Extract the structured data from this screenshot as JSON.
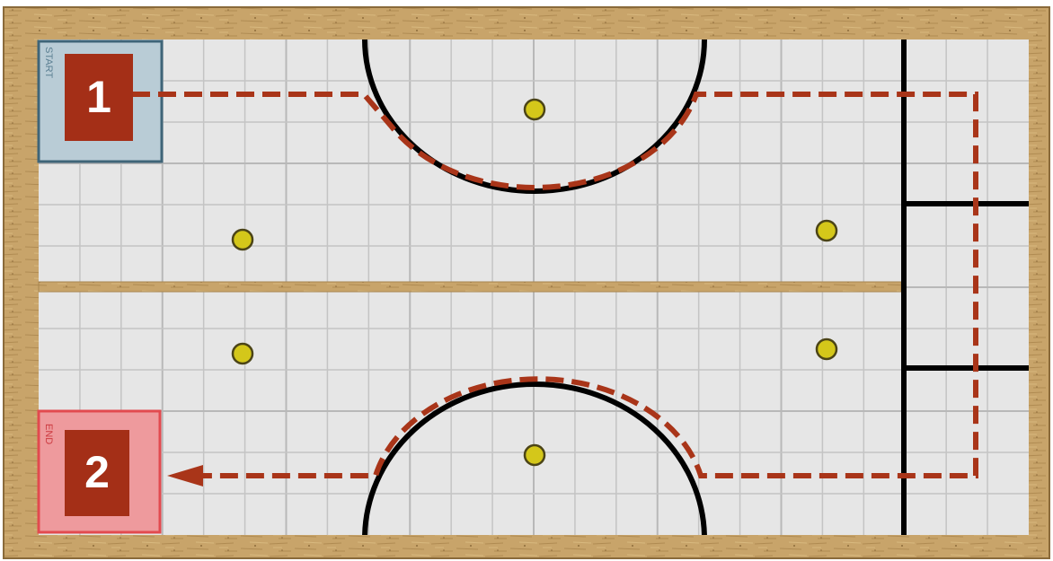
{
  "colors": {
    "frame_wood": "#c8a46a",
    "frame_edge": "#8a6a3a",
    "mat": "#e6e6e6",
    "grid_line": "#c4c4c4",
    "grid_line_strong": "#b8b8b8",
    "divider_wood": "#c8a46a",
    "black_line": "#000000",
    "start_fill": "#b9ccd6",
    "start_stroke": "#3f6578",
    "start_text": "#5b7f92",
    "end_fill": "#ee9a9d",
    "end_stroke": "#e24a4f",
    "end_text": "#cc3a40",
    "marker_fill": "#a42f17",
    "path_color": "#a93519",
    "dot_fill": "#d4c71a",
    "dot_stroke": "#4b4417"
  },
  "zones": {
    "start": {
      "label": "START"
    },
    "end": {
      "label": "END"
    }
  },
  "markers": {
    "first": "1",
    "second": "2"
  },
  "path": {
    "style": "dashed",
    "arrowhead": "left"
  }
}
